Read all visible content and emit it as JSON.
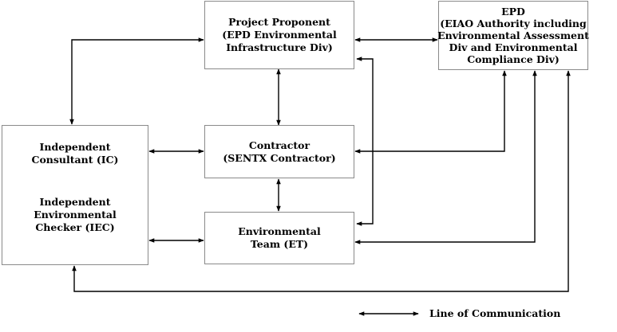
{
  "nodes": {
    "project_proponent": {
      "lines": [
        "Project Proponent",
        "(EPD Environmental",
        "Infrastructure Div)"
      ]
    },
    "epd": {
      "lines": [
        "EPD",
        "(EIAO Authority including",
        "Environmental Assessment",
        "Div and Environmental",
        "Compliance Div)"
      ]
    },
    "contractor": {
      "lines": [
        "Contractor",
        "(SENTX Contractor)"
      ]
    },
    "environmental_team": {
      "lines": [
        "Environmental",
        "Team (ET)"
      ]
    },
    "ic_iec": {
      "ic_lines": [
        "Independent",
        "Consultant (IC)"
      ],
      "iec_lines": [
        "Independent",
        "Environmental",
        "Checker (IEC)"
      ]
    }
  },
  "legend": {
    "label": "Line of Communication"
  },
  "edges": [
    {
      "from": "ic_iec",
      "to": "project_proponent"
    },
    {
      "from": "ic_iec",
      "to": "contractor"
    },
    {
      "from": "ic_iec",
      "to": "environmental_team"
    },
    {
      "from": "ic_iec",
      "to": "epd"
    },
    {
      "from": "project_proponent",
      "to": "epd"
    },
    {
      "from": "project_proponent",
      "to": "contractor"
    },
    {
      "from": "project_proponent",
      "to": "environmental_team"
    },
    {
      "from": "contractor",
      "to": "environmental_team"
    },
    {
      "from": "contractor",
      "to": "epd"
    },
    {
      "from": "environmental_team",
      "to": "epd"
    }
  ],
  "colors": {
    "line": "#000000",
    "box_border": "#8a8a8a"
  }
}
